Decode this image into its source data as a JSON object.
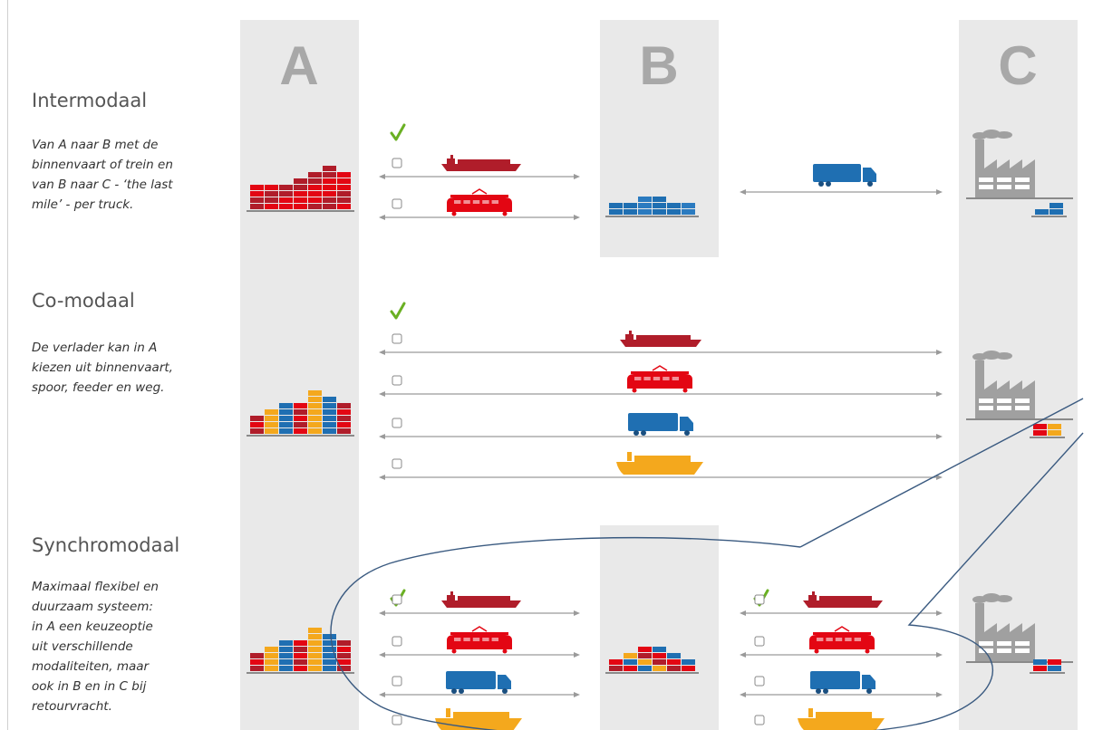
{
  "columns": {
    "a": "A",
    "b": "B",
    "c": "C"
  },
  "sections": {
    "intermodaal": {
      "title": "Intermodaal",
      "description": "Van A naar B met de\nbinnenvaart of trein en\nvan B naar C - ‘the last\nmile’ - per truck."
    },
    "comodaal": {
      "title": "Co-modaal",
      "description": "De verlader kan in A\nkiezen uit binnenvaart,\nspoor, feeder en weg."
    },
    "synchromodaal": {
      "title": "Synchromodaal",
      "description": "Maximaal flexibel en\nduurzaam systeem:\nin A een keuzeoptie\nuit verschillende\nmodaliteiten, maar\nook in B en in C bij\nretourvracht."
    }
  },
  "colors": {
    "barge": "#b01d2a",
    "train": "#e30613",
    "truck": "#1f6fb2",
    "feeder": "#f4a81d",
    "check": "#6ab023",
    "factory": "#a0a0a0",
    "column_bg": "#e9e9e9",
    "callout": "#3a5a80"
  },
  "icons": {
    "barge": "barge-icon",
    "train": "train-icon",
    "truck": "truck-icon",
    "feeder": "feeder-ship-icon",
    "check": "checkmark-icon",
    "checkbox": "checkbox-icon",
    "factory": "factory-icon",
    "containers": "container-stack-icon"
  }
}
